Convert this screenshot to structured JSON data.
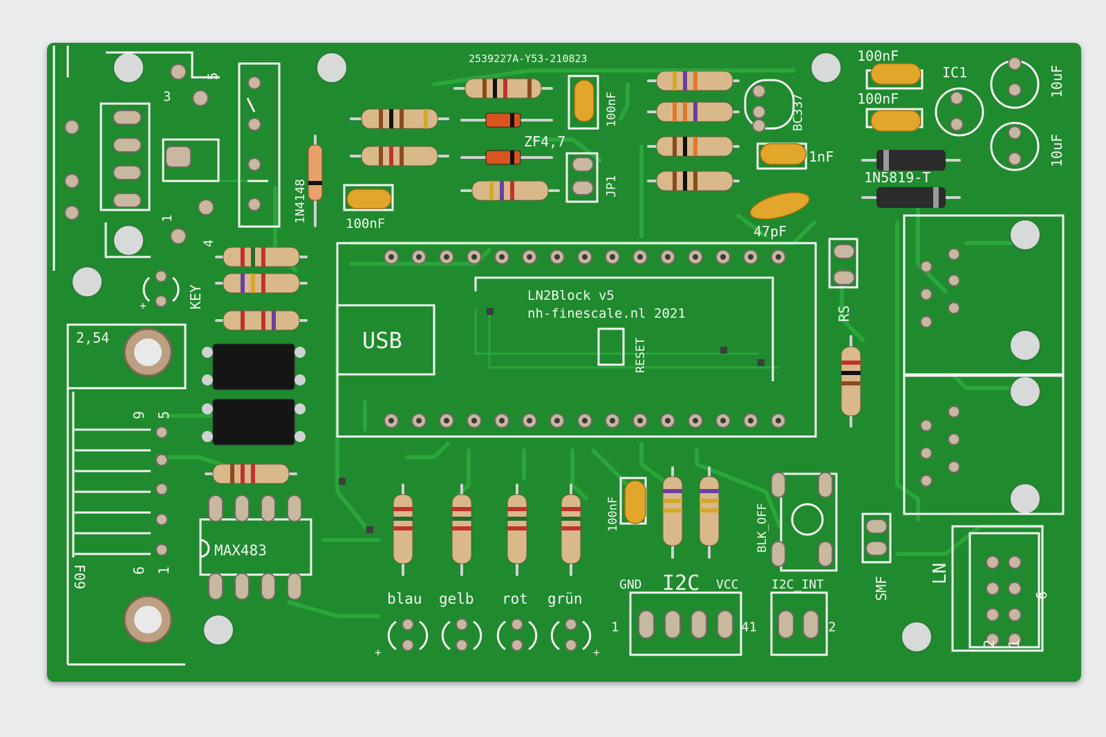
{
  "board": {
    "title": "LN2Block v5",
    "url_year": "nh-finescale.nl  2021",
    "code": "2539227A-Y53-210823",
    "usb": "USB",
    "reset": "RESET",
    "key": "KEY",
    "pitch": "2,54",
    "max": "MAX483",
    "ic1": "IC1",
    "diode1": "1N4148",
    "diode2": "1N5819-T",
    "zener": "ZF4,7",
    "bc": "BC337",
    "jp1": "JP1",
    "rs": "RS",
    "smf": "SMF",
    "ln": "LN",
    "blk": "BLK_OFF",
    "i2c": "I2C",
    "i2c_int": "I2C_INT",
    "gnd": "GND",
    "vcc": "VCC",
    "c100_a": "100nF",
    "c100_b": "100nF",
    "c100_c": "100nF",
    "c100_d": "100nF",
    "c100_e": "100nF",
    "c1n": "1nF",
    "c47p": "47pF",
    "c10u_a": "10uF",
    "c10u_b": "10uF",
    "led_blue": "blau",
    "led_yellow": "gelb",
    "led_red": "rot",
    "led_green": "grün",
    "plus": "+",
    "n1": "1",
    "n2": "2",
    "n3": "3",
    "n4": "4",
    "n5": "5",
    "n6": "6",
    "n9": "9",
    "n41": "41",
    "f09": "F09"
  },
  "colors": {
    "pcb": "#1f8a2e",
    "silk": "#f4f6f2",
    "pad": "#c8b8a0",
    "cap": "#e2a62a"
  }
}
